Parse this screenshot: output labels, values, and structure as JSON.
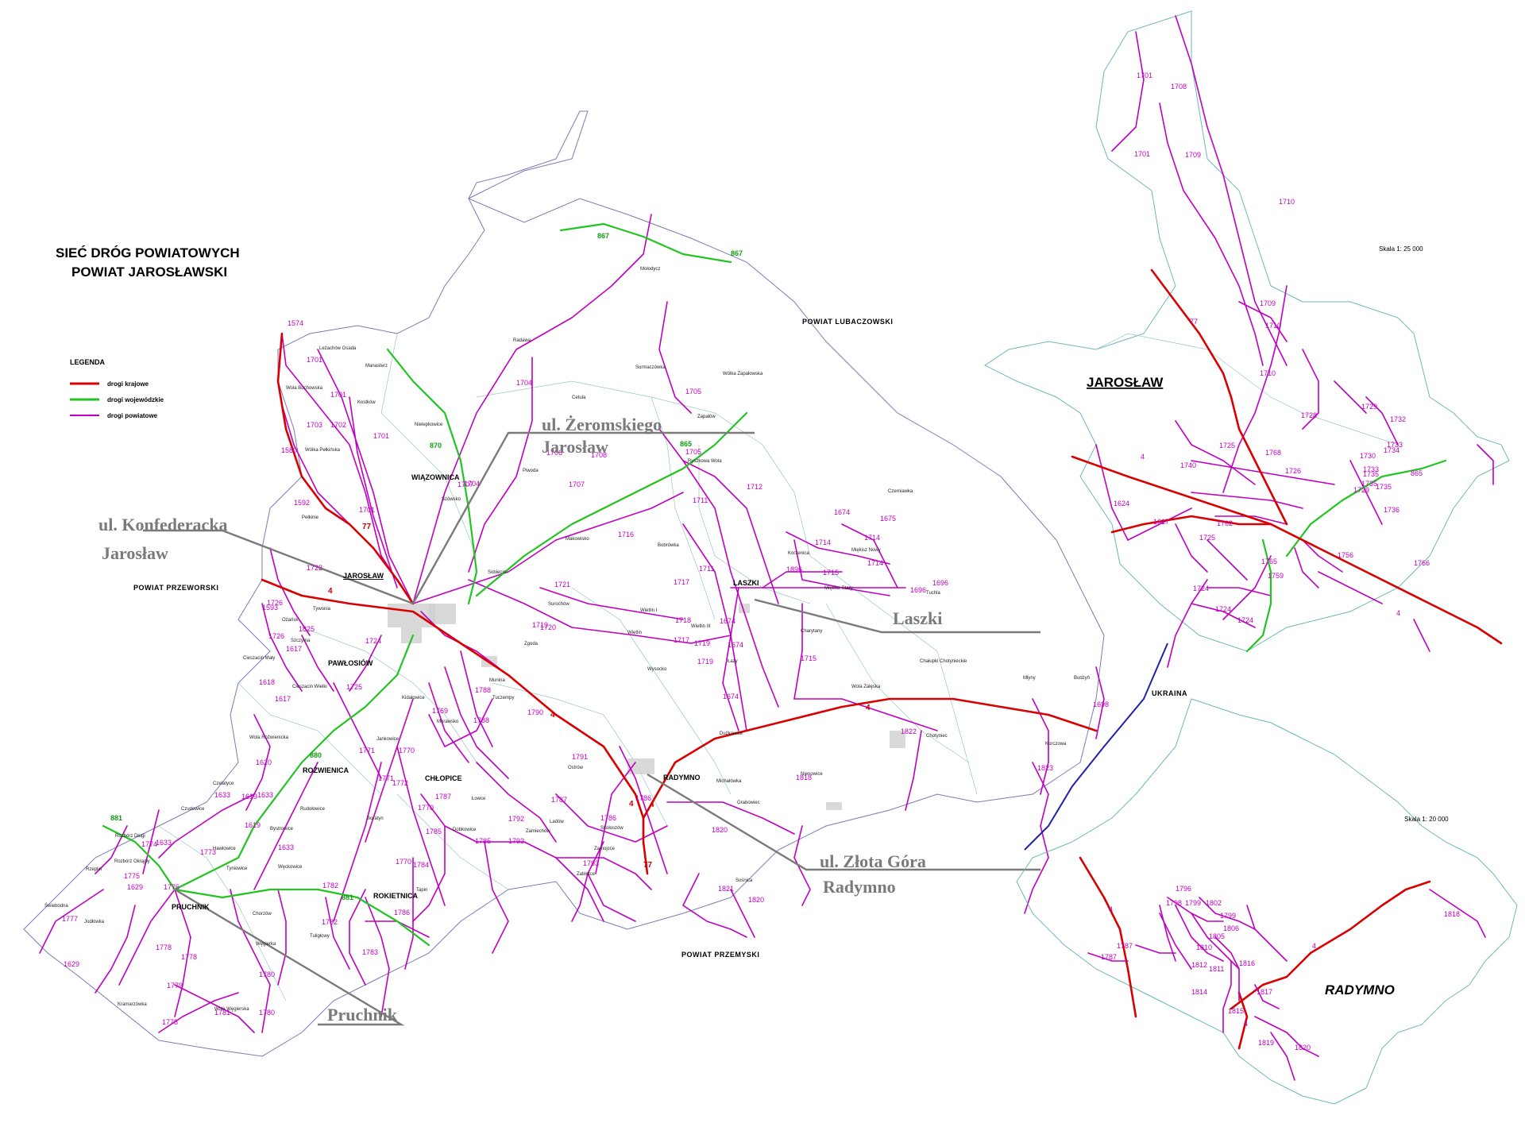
{
  "map": {
    "title_line1": "SIEĆ DRÓG POWIATOWYCH",
    "title_line2": "POWIAT JAROSŁAWSKI",
    "legend": {
      "heading": "LEGENDA",
      "items": [
        {
          "label": "drogi krajowe",
          "color": "#d80000"
        },
        {
          "label": "drogi wojewódzkie",
          "color": "#22c422"
        },
        {
          "label": "drogi powiatowe",
          "color": "#c000c0"
        }
      ]
    },
    "neighbors": {
      "lubaczowski": "POWIAT LUBACZOWSKI",
      "przeworski": "POWIAT PRZEWORSKI",
      "przemyski": "POWIAT PRZEMYSKI",
      "ukraina": "UKRAINA"
    },
    "gminy": {
      "jaroslaw": "JAROSŁAW",
      "wiazownica": "WIĄZOWNICA",
      "pawlosiow": "PAWŁOSIÓW",
      "laszki": "LASZKI",
      "radymno": "RADYMNO",
      "rozwienica": "ROŻWIENICA",
      "chlopice": "CHŁOPICE",
      "rokietnica": "ROKIETNICA",
      "pruchnik": "PRUCHNIK"
    },
    "villages": {
      "lezachow": "Leżachów Osada",
      "monasterz": "Manasterz",
      "wola_buchowska": "Wola Buchowska",
      "kostkow": "Kostków",
      "nielepkowice": "Nielepkowice",
      "wolka_pelkinska": "Wólka Pełkińska",
      "pelkinie": "Pełkinie",
      "radawa": "Radawa",
      "mokoszyn": "Mołodycz",
      "surmaczowka": "Surmaczówka",
      "wolka_zapalowska": "Wólka Zapałowska",
      "cetula": "Cetula",
      "zapalow": "Zapałów",
      "piwoda": "Piwoda",
      "ryszkowa_wola": "Ryszkowa Wola",
      "sobiecin": "Sobiecin",
      "szowsko": "Szówsko",
      "makowisko": "Makowisko",
      "bobrowka": "Bobrówka",
      "czerniawka": "Czerniawka",
      "korzenica": "Korzenica",
      "mielosz_nowy": "Miękisz Nowy",
      "mielosz_stary": "Miękisz Stary",
      "tuchla": "Tuchla",
      "suchorzow": "Surochów",
      "zgoda": "Zgoda",
      "wietlin": "Wietlin",
      "wietlin_i": "Wietlin I",
      "wietlin_iii": "Wietlin III",
      "wysocko": "Wysocko",
      "lazy": "Łazy",
      "charytany": "Charytany",
      "chalupki": "Chałupki Chotynieckie",
      "mlyny": "Młyny",
      "budzyn": "Budzyń",
      "wola_zaleska": "Wola Załęska",
      "chotyniec": "Chotyniec",
      "korczowa": "Korczowa",
      "duszkowice": "Dużkowice",
      "michalowka": "Michałówka",
      "nienowice": "Nienowice",
      "grabowiec": "Grabowiec",
      "tyrawka": "Tywonia",
      "ozansk": "Ożańsk",
      "szczytna": "Szczytna",
      "cieszacin_maly": "Cieszacin Mały",
      "cieszacin_wielki": "Cieszacin Wielki",
      "munina": "Munina",
      "tuczempy": "Tuczempy",
      "kidalowice": "Kidałowice",
      "morawsko": "Morawsko",
      "jankowice": "Jankowice",
      "wola_rozwienicka": "Wola Roźwienicka",
      "czudowice": "Czudowice",
      "czeladowice": "Czelatyce",
      "rudolowice": "Rudołowice",
      "bystrowice": "Bystrowice",
      "boratyn": "Boratyn",
      "lowce": "Łowce",
      "dobkowice": "Dobkowice",
      "lutkow": "Ladów",
      "zamiechow": "Zamiechów",
      "ostrow": "Ostrów",
      "skoloszow": "Skołoszów",
      "zamojsce": "Zamojsce",
      "zablotce": "Zabłotce",
      "solnica": "Sośnica",
      "rozbor_dlugi": "Rozbórz Długi",
      "rozbor_okragly": "Rozbórz Okrągły",
      "hawlowice": "Hawłowice",
      "tyniowice": "Tyniowice",
      "weckowice": "Węckowice",
      "rzeplin": "Rzeplin",
      "swiebodna": "Świebodna",
      "jodlowka": "Jodłówka",
      "chorzow": "Chorzów",
      "tuligłowy": "Tuligłowy",
      "wegierka": "Węgierka",
      "tapin": "Tapin",
      "kramarzowka": "Kramarzówka",
      "wola_wegierska": "Wola Węgierska"
    },
    "roads_powiatowe": [
      "1574",
      "1701",
      "1701",
      "1703",
      "1702",
      "1701",
      "1580",
      "1592",
      "1701",
      "1722",
      "1593",
      "1726",
      "1825",
      "1726",
      "1617",
      "1618",
      "1617",
      "1724",
      "1725",
      "1704",
      "1704",
      "1707",
      "1705",
      "1705",
      "1706",
      "1707",
      "1708",
      "1712",
      "1711",
      "1711",
      "1716",
      "1717",
      "1718",
      "1717",
      "1719",
      "1719",
      "1720",
      "1721",
      "1719",
      "1674",
      "1675",
      "1714",
      "1714",
      "1714",
      "1715",
      "1896",
      "1696",
      "1696",
      "1674",
      "1674",
      "1674",
      "1715",
      "1698",
      "1822",
      "1823",
      "1818",
      "1788",
      "1788",
      "1769",
      "1790",
      "1770",
      "1771",
      "1771",
      "1772",
      "1770",
      "1787",
      "1785",
      "1785",
      "1784",
      "1770",
      "1782",
      "1782",
      "1786",
      "1620",
      "1633",
      "1619",
      "1619",
      "1633",
      "1633",
      "1773",
      "1774",
      "1775",
      "1629",
      "1776",
      "1777",
      "1629",
      "1633",
      "1778",
      "1778",
      "1779",
      "1778",
      "1780",
      "1781",
      "1780",
      "1783",
      "1791",
      "1787",
      "1786",
      "1792",
      "1792",
      "1786",
      "1793",
      "1820",
      "1821",
      "1820"
    ],
    "roads_wojewodzkie": [
      "867",
      "867",
      "870",
      "865",
      "880",
      "881",
      "881"
    ],
    "roads_krajowe": [
      "77",
      "4",
      "4",
      "4",
      "4",
      "77",
      "4"
    ],
    "callouts": [
      {
        "line1": "ul. Żeromskiego",
        "line2": "Jarosław"
      },
      {
        "line1": "ul. Konfederacka",
        "line2": "Jarosław"
      },
      {
        "line1": "Laszki",
        "line2": ""
      },
      {
        "line1": "ul. Złota Góra",
        "line2": "Radymno"
      },
      {
        "line1": "Pruchnik",
        "line2": ""
      }
    ],
    "insets": [
      {
        "title": "JAROSŁAW",
        "scale": "Skala  1: 25 000",
        "roads": [
          "1701",
          "1708",
          "1701",
          "1709",
          "1710",
          "1709",
          "1710",
          "1710",
          "77",
          "4",
          "1728",
          "1729",
          "1732",
          "1733",
          "1725",
          "1768",
          "1730",
          "1734",
          "1733",
          "1740",
          "1726",
          "1735",
          "1729",
          "865",
          "1735",
          "1735",
          "1736",
          "1624",
          "1617",
          "1762",
          "1765",
          "1759",
          "1766",
          "1725",
          "1724",
          "1724",
          "1724",
          "1756",
          "4"
        ]
      },
      {
        "title": "RADYMNO",
        "scale": "Skala  1: 20 000",
        "roads": [
          "4",
          "1787",
          "1787",
          "1798",
          "1796",
          "1799",
          "1802",
          "1799",
          "1805",
          "1806",
          "1816",
          "1811",
          "1812",
          "1810",
          "1817",
          "1814",
          "1815",
          "4",
          "1819",
          "1820",
          "1818",
          "4"
        ]
      }
    ]
  }
}
